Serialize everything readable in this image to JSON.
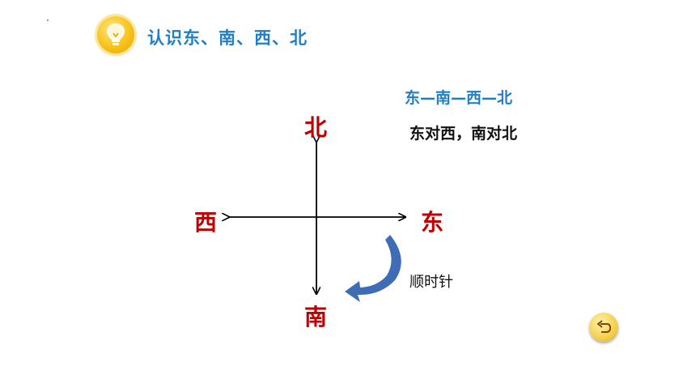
{
  "header": {
    "title": "认识东、南、西、北",
    "icon": "lightbulb-icon"
  },
  "notes": {
    "sequence": "东—南—西—北",
    "rule": "东对西，南对北"
  },
  "compass": {
    "north": "北",
    "south": "南",
    "west": "西",
    "east": "东",
    "rotation_label": "顺时针"
  },
  "controls": {
    "back_icon": "back-arrow-icon"
  },
  "colors": {
    "accent_blue": "#1f7fc6",
    "direction_red": "#c00000",
    "arrow_blue": "#3f6db5",
    "badge_gold": "#f7c21a"
  }
}
